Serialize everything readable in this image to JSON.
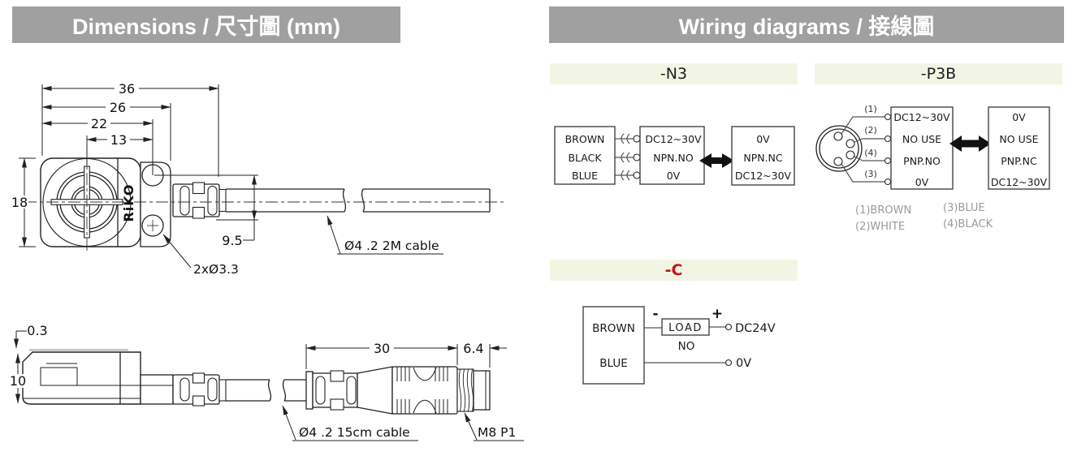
{
  "titles": {
    "dimensions": "Dimensions / 尺寸圖 (mm)",
    "wiring": "Wiring diagrams / 接線圖"
  },
  "dimension_drawing": {
    "front_view": {
      "logo": "RiKO",
      "dim_36": "36",
      "dim_26": "26",
      "dim_22": "22",
      "dim_13": "13",
      "dim_18": "18",
      "dim_9_5": "9.5",
      "holes_label": "2xØ3.3",
      "cable_label": "Ø4 .2 2M cable"
    },
    "side_view": {
      "dim_0_3": "0.3",
      "dim_10": "10",
      "dim_30": "30",
      "dim_6_4": "6.4",
      "cable_label": "Ø4 .2 15cm cable",
      "connector_label": "M8 P1"
    }
  },
  "wiring": {
    "n3": {
      "label": "-N3",
      "wire_colors": [
        "BROWN",
        "BLACK",
        "BLUE"
      ],
      "sensor_terminals": [
        "DC12~30V",
        "NPN.NO",
        "0V"
      ],
      "alternate_terminals": [
        "0V",
        "NPN.NC",
        "DC12~30V"
      ]
    },
    "p3b": {
      "label": "-P3B",
      "pin_numbers": [
        "(1)",
        "(2)",
        "(4)",
        "(3)"
      ],
      "sensor_terminals": [
        "DC12~30V",
        "NO USE",
        "PNP.NO",
        "0V"
      ],
      "alternate_terminals": [
        "0V",
        "NO USE",
        "PNP.NC",
        "DC12~30V"
      ],
      "pin_legend": [
        "(1)BROWN",
        "(2)WHITE",
        "(3)BLUE",
        "(4)BLACK"
      ]
    },
    "c": {
      "label": "-C",
      "wire_colors": [
        "BROWN",
        "BLUE"
      ],
      "load_label": "LOAD",
      "output_type": "NO",
      "polarity_minus": "-",
      "polarity_plus": "+",
      "power_label": "DC24V",
      "ground_label": "0V"
    }
  },
  "colors": {
    "banner_gray": "#a0a0a0",
    "band_cream": "#f3f5e4",
    "accent_red": "#c41414",
    "line_dark": "#222222",
    "legend_gray": "#9a9a9a"
  }
}
